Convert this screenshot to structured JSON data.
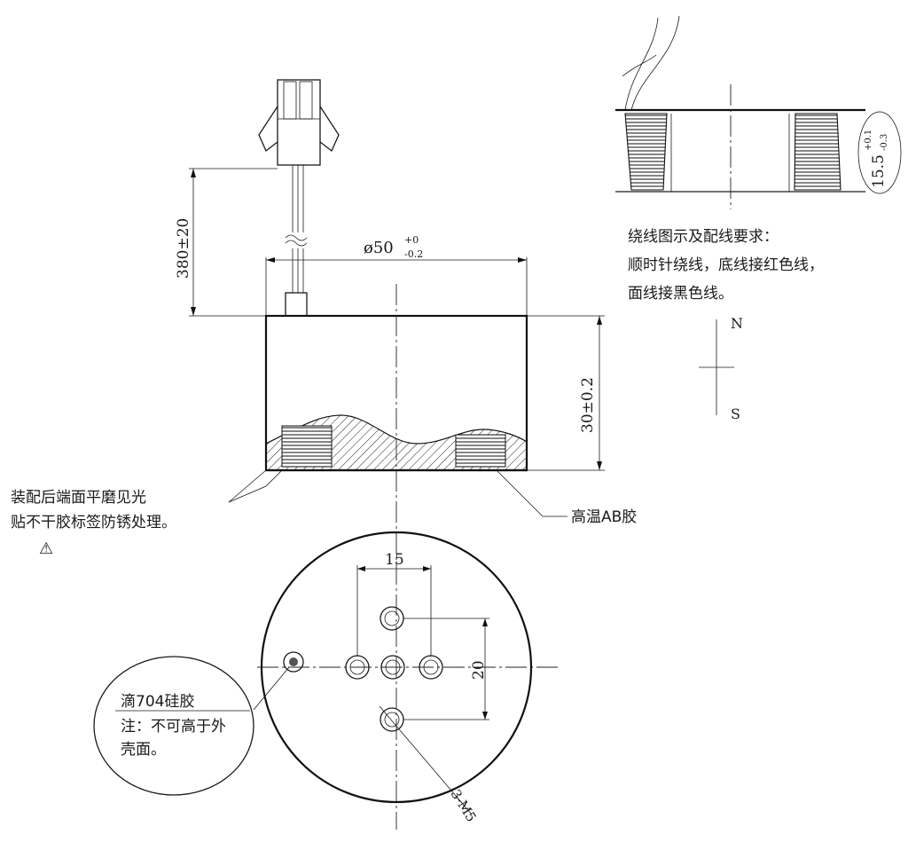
{
  "dimensions": {
    "lead_length": "380±20",
    "diameter_base": "ø50",
    "diameter_tol_upper": "+0",
    "diameter_tol_lower": "-0.2",
    "height": "30±0.2",
    "coil_height_base": "15.5",
    "coil_tol_upper": "+0.1",
    "coil_tol_lower": "-0.3",
    "hole_spacing_x": "15",
    "hole_spacing_y": "20",
    "thread_spec": "3-M5"
  },
  "poles": {
    "north": "N",
    "south": "S"
  },
  "notes": {
    "winding_line1": "绕线图示及配线要求：",
    "winding_line2": "顺时针绕线，底线接红色线，",
    "winding_line3": "面线接黑色线。",
    "assembly_line1": "装配后端面平磨见光",
    "assembly_line2": "贴不干胶标签防锈处理。",
    "adhesive": "高温AB胶",
    "silicone_line1": "滴704硅胶",
    "silicone_line2": "注：不可高于外",
    "silicone_line3": "壳面。",
    "warning_symbol": "⚠"
  }
}
